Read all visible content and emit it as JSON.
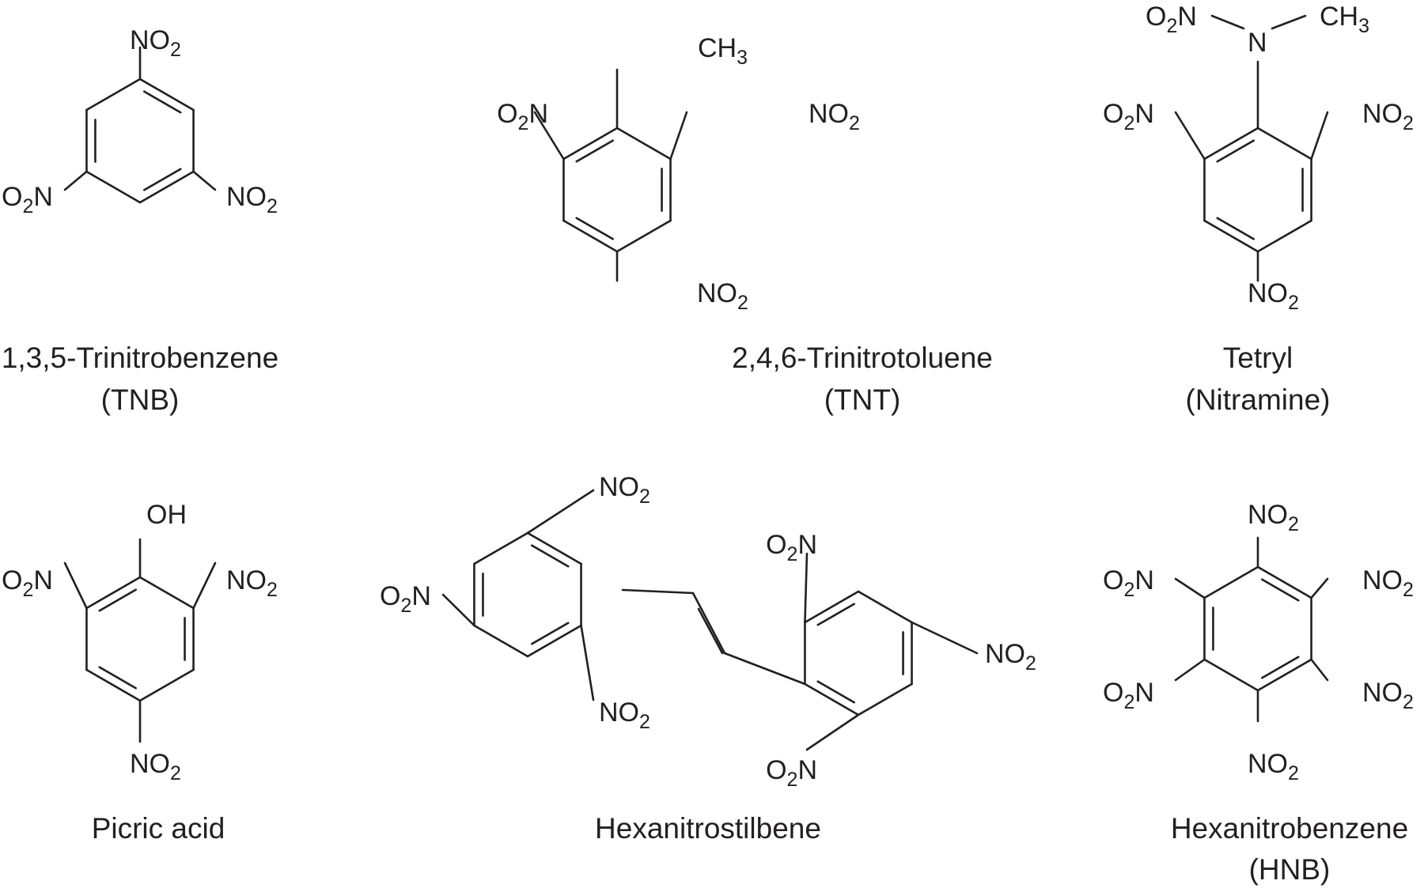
{
  "nitro": "NO",
  "nitro_left": "O",
  "nitro_left_n": "N",
  "subscript_2": "2",
  "methyl": "CH",
  "subscript_3": "3",
  "hydroxyl": "OH",
  "amine_n": "N",
  "compounds": [
    {
      "name": "1,3,5-Trinitrobenzene",
      "abbr": "(TNB)"
    },
    {
      "name": "2,4,6-Trinitrotoluene",
      "abbr": "(TNT)"
    },
    {
      "name": "Tetryl",
      "abbr": "(Nitramine)"
    },
    {
      "name": "Picric acid",
      "abbr": ""
    },
    {
      "name": "Hexanitrostilbene",
      "abbr": ""
    },
    {
      "name": "Hexanitrobenzene",
      "abbr": "(HNB)"
    }
  ]
}
